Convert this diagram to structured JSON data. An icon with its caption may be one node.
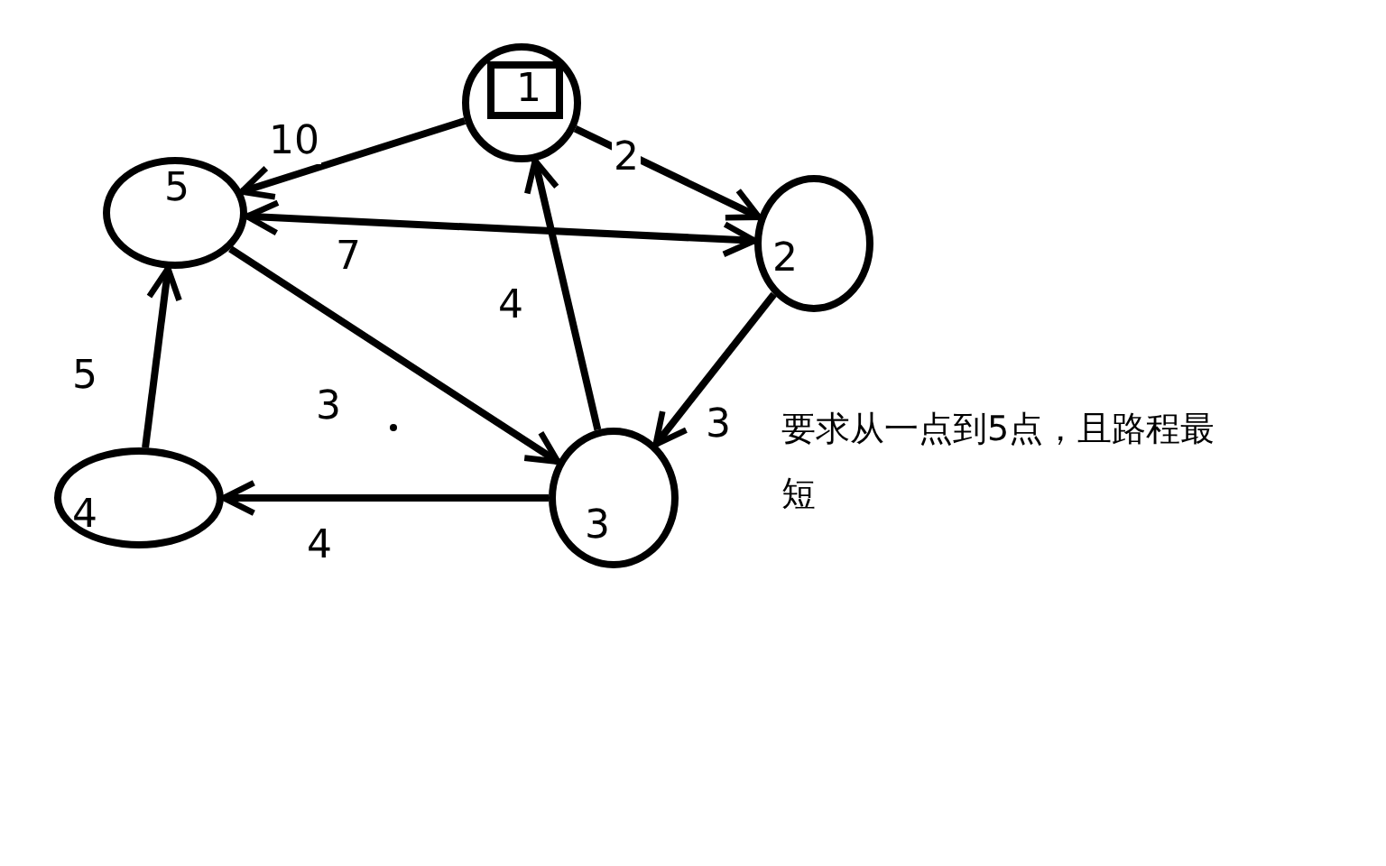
{
  "diagram": {
    "nodes": [
      {
        "text": [
          "1"
        ]
      },
      {
        "text": [
          "5"
        ]
      },
      {
        "text": [
          "2"
        ]
      },
      {
        "text": [
          "4"
        ]
      },
      {
        "text": [
          "3"
        ]
      }
    ],
    "edges": [
      {
        "from": 0,
        "to": 1,
        "arrow": "to",
        "label": "10"
      },
      {
        "from": 0,
        "to": 2,
        "arrow": "to",
        "label": "2"
      },
      {
        "from": 1,
        "to": 2,
        "arrow": "both",
        "label": "7"
      },
      {
        "from": 4,
        "to": 0,
        "arrow": "to",
        "label": "4"
      },
      {
        "from": 1,
        "to": 4,
        "arrow": "to",
        "label": "3"
      },
      {
        "from": 2,
        "to": 4,
        "arrow": "to",
        "label": "3"
      },
      {
        "from": 4,
        "to": 3,
        "arrow": "to",
        "label": "4"
      },
      {
        "from": 3,
        "to": 1,
        "arrow": "to",
        "label": "5"
      }
    ],
    "labels": [
      "要求从一点到5点，且路程最短"
    ]
  }
}
